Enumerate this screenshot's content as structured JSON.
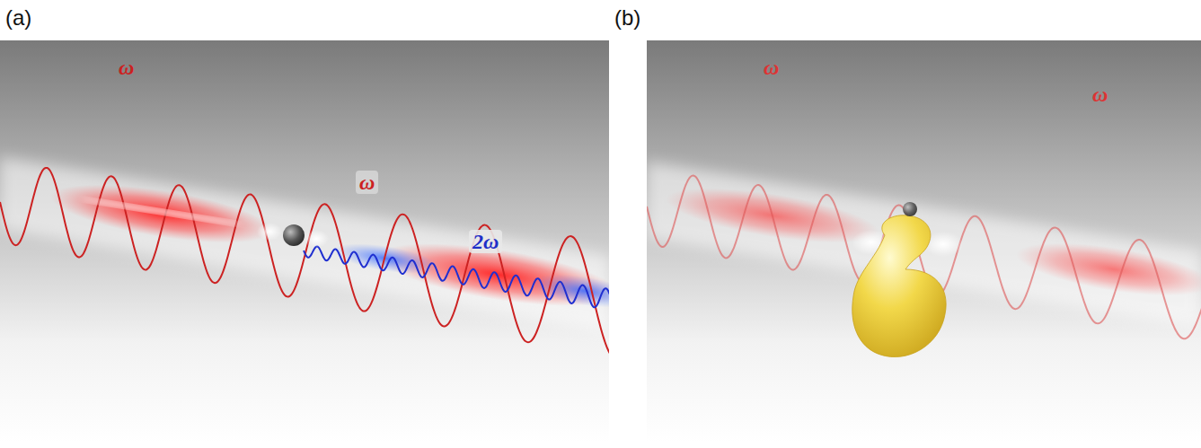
{
  "diagram": {
    "labels": [
      "(a)",
      "ω",
      "ω",
      "2ω",
      "(b)",
      "ω",
      "ω"
    ]
  }
}
